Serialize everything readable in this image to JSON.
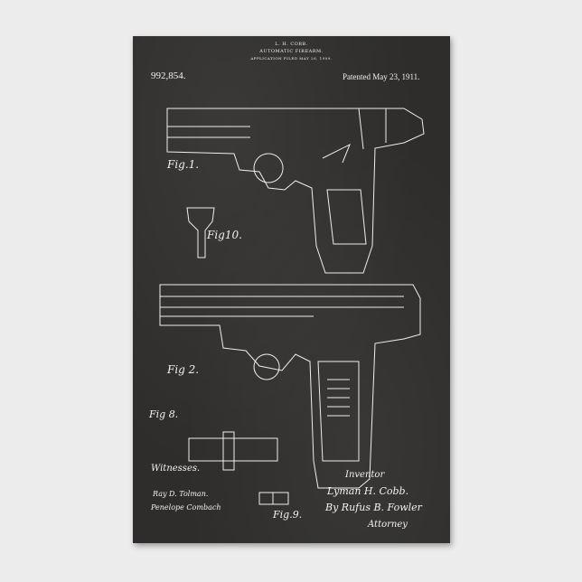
{
  "header": {
    "inventor_name": "L. H. COBB.",
    "title": "AUTOMATIC FIREARM.",
    "application": "APPLICATION FILED MAY 26, 1909.",
    "patent_number": "992,854.",
    "patented": "Patented May 23, 1911."
  },
  "figures": {
    "fig1": "Fig.1.",
    "fig2": "Fig 2.",
    "fig8": "Fig 8.",
    "fig9": "Fig.9.",
    "fig10": "Fig10."
  },
  "signatures": {
    "witnesses_label": "Witnesses.",
    "witness1": "Ray D. Tolman.",
    "witness2": "Penelope Combach",
    "inventor_label": "Inventor",
    "inventor": "Lyman H. Cobb.",
    "by": "By Rufus B. Fowler",
    "attorney": "Attorney"
  },
  "colors": {
    "board": "#2e2d2b",
    "line": "#eeeeee",
    "wall": "#ececec"
  }
}
